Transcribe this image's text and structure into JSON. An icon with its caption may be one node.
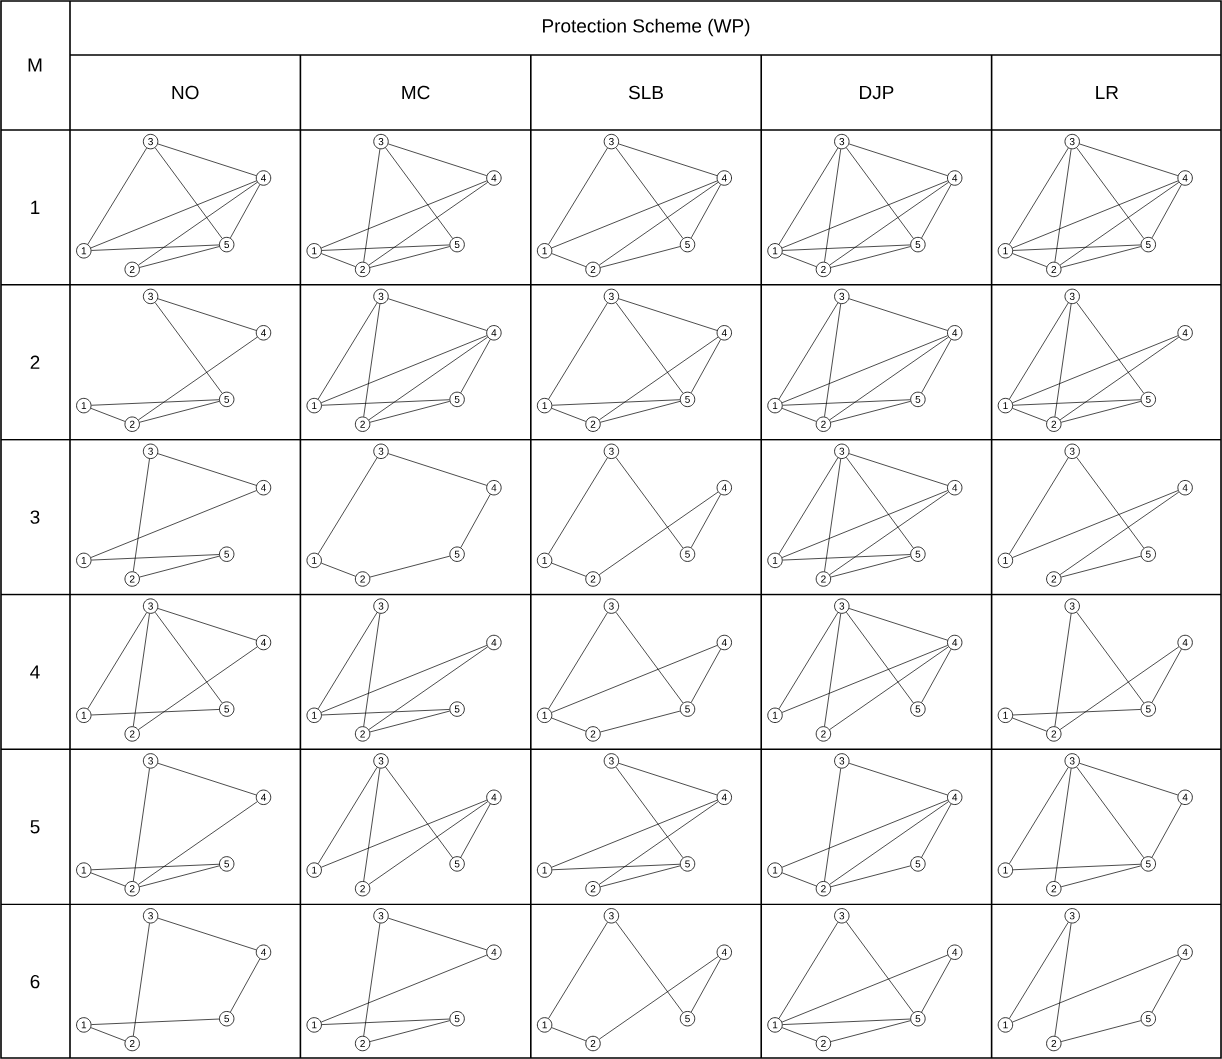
{
  "diagram": {
    "nodes": [
      {
        "text": [
          "1"
        ]
      },
      {
        "text": [
          "2"
        ]
      },
      {
        "text": [
          "3"
        ]
      },
      {
        "text": [
          "4"
        ]
      },
      {
        "text": [
          "5"
        ]
      },
      {
        "text": [
          "1"
        ]
      },
      {
        "text": [
          "2"
        ]
      },
      {
        "text": [
          "3"
        ]
      },
      {
        "text": [
          "4"
        ]
      },
      {
        "text": [
          "5"
        ]
      },
      {
        "text": [
          "1"
        ]
      },
      {
        "text": [
          "2"
        ]
      },
      {
        "text": [
          "3"
        ]
      },
      {
        "text": [
          "4"
        ]
      },
      {
        "text": [
          "5"
        ]
      },
      {
        "text": [
          "1"
        ]
      },
      {
        "text": [
          "2"
        ]
      },
      {
        "text": [
          "3"
        ]
      },
      {
        "text": [
          "4"
        ]
      },
      {
        "text": [
          "5"
        ]
      },
      {
        "text": [
          "1"
        ]
      },
      {
        "text": [
          "2"
        ]
      },
      {
        "text": [
          "3"
        ]
      },
      {
        "text": [
          "4"
        ]
      },
      {
        "text": [
          "5"
        ]
      },
      {
        "text": [
          "1"
        ]
      },
      {
        "text": [
          "2"
        ]
      },
      {
        "text": [
          "3"
        ]
      },
      {
        "text": [
          "4"
        ]
      },
      {
        "text": [
          "5"
        ]
      },
      {
        "text": [
          "1"
        ]
      },
      {
        "text": [
          "2"
        ]
      },
      {
        "text": [
          "3"
        ]
      },
      {
        "text": [
          "4"
        ]
      },
      {
        "text": [
          "5"
        ]
      },
      {
        "text": [
          "1"
        ]
      },
      {
        "text": [
          "2"
        ]
      },
      {
        "text": [
          "3"
        ]
      },
      {
        "text": [
          "4"
        ]
      },
      {
        "text": [
          "5"
        ]
      },
      {
        "text": [
          "1"
        ]
      },
      {
        "text": [
          "2"
        ]
      },
      {
        "text": [
          "3"
        ]
      },
      {
        "text": [
          "4"
        ]
      },
      {
        "text": [
          "5"
        ]
      },
      {
        "text": [
          "1"
        ]
      },
      {
        "text": [
          "2"
        ]
      },
      {
        "text": [
          "3"
        ]
      },
      {
        "text": [
          "4"
        ]
      },
      {
        "text": [
          "5"
        ]
      },
      {
        "text": [
          "1"
        ]
      },
      {
        "text": [
          "2"
        ]
      },
      {
        "text": [
          "3"
        ]
      },
      {
        "text": [
          "4"
        ]
      },
      {
        "text": [
          "5"
        ]
      },
      {
        "text": [
          "1"
        ]
      },
      {
        "text": [
          "2"
        ]
      },
      {
        "text": [
          "3"
        ]
      },
      {
        "text": [
          "4"
        ]
      },
      {
        "text": [
          "5"
        ]
      },
      {
        "text": [
          "1"
        ]
      },
      {
        "text": [
          "2"
        ]
      },
      {
        "text": [
          "3"
        ]
      },
      {
        "text": [
          "4"
        ]
      },
      {
        "text": [
          "5"
        ]
      },
      {
        "text": [
          "1"
        ]
      },
      {
        "text": [
          "2"
        ]
      },
      {
        "text": [
          "3"
        ]
      },
      {
        "text": [
          "4"
        ]
      },
      {
        "text": [
          "5"
        ]
      },
      {
        "text": [
          "1"
        ]
      },
      {
        "text": [
          "2"
        ]
      },
      {
        "text": [
          "3"
        ]
      },
      {
        "text": [
          "4"
        ]
      },
      {
        "text": [
          "5"
        ]
      },
      {
        "text": [
          "1"
        ]
      },
      {
        "text": [
          "2"
        ]
      },
      {
        "text": [
          "3"
        ]
      },
      {
        "text": [
          "4"
        ]
      },
      {
        "text": [
          "5"
        ]
      },
      {
        "text": [
          "1"
        ]
      },
      {
        "text": [
          "2"
        ]
      },
      {
        "text": [
          "3"
        ]
      },
      {
        "text": [
          "4"
        ]
      },
      {
        "text": [
          "5"
        ]
      },
      {
        "text": [
          "1"
        ]
      },
      {
        "text": [
          "2"
        ]
      },
      {
        "text": [
          "3"
        ]
      },
      {
        "text": [
          "4"
        ]
      },
      {
        "text": [
          "5"
        ]
      },
      {
        "text": [
          "1"
        ]
      },
      {
        "text": [
          "2"
        ]
      },
      {
        "text": [
          "3"
        ]
      },
      {
        "text": [
          "4"
        ]
      },
      {
        "text": [
          "5"
        ]
      },
      {
        "text": [
          "1"
        ]
      },
      {
        "text": [
          "2"
        ]
      },
      {
        "text": [
          "3"
        ]
      },
      {
        "text": [
          "4"
        ]
      },
      {
        "text": [
          "5"
        ]
      },
      {
        "text": [
          "1"
        ]
      },
      {
        "text": [
          "2"
        ]
      },
      {
        "text": [
          "3"
        ]
      },
      {
        "text": [
          "4"
        ]
      },
      {
        "text": [
          "5"
        ]
      },
      {
        "text": [
          "1"
        ]
      },
      {
        "text": [
          "2"
        ]
      },
      {
        "text": [
          "3"
        ]
      },
      {
        "text": [
          "4"
        ]
      },
      {
        "text": [
          "5"
        ]
      },
      {
        "text": [
          "1"
        ]
      },
      {
        "text": [
          "2"
        ]
      },
      {
        "text": [
          "3"
        ]
      },
      {
        "text": [
          "4"
        ]
      },
      {
        "text": [
          "5"
        ]
      },
      {
        "text": [
          "1"
        ]
      },
      {
        "text": [
          "2"
        ]
      },
      {
        "text": [
          "3"
        ]
      },
      {
        "text": [
          "4"
        ]
      },
      {
        "text": [
          "5"
        ]
      },
      {
        "text": [
          "1"
        ]
      },
      {
        "text": [
          "2"
        ]
      },
      {
        "text": [
          "3"
        ]
      },
      {
        "text": [
          "4"
        ]
      },
      {
        "text": [
          "5"
        ]
      },
      {
        "text": [
          "1"
        ]
      },
      {
        "text": [
          "2"
        ]
      },
      {
        "text": [
          "3"
        ]
      },
      {
        "text": [
          "4"
        ]
      },
      {
        "text": [
          "5"
        ]
      },
      {
        "text": [
          "1"
        ]
      },
      {
        "text": [
          "2"
        ]
      },
      {
        "text": [
          "3"
        ]
      },
      {
        "text": [
          "4"
        ]
      },
      {
        "text": [
          "5"
        ]
      },
      {
        "text": [
          "1"
        ]
      },
      {
        "text": [
          "2"
        ]
      },
      {
        "text": [
          "3"
        ]
      },
      {
        "text": [
          "4"
        ]
      },
      {
        "text": [
          "5"
        ]
      },
      {
        "text": [
          "1"
        ]
      },
      {
        "text": [
          "2"
        ]
      },
      {
        "text": [
          "3"
        ]
      },
      {
        "text": [
          "4"
        ]
      },
      {
        "text": [
          "5"
        ]
      },
      {
        "text": [
          "1"
        ]
      },
      {
        "text": [
          "2"
        ]
      },
      {
        "text": [
          "3"
        ]
      },
      {
        "text": [
          "4"
        ]
      },
      {
        "text": [
          "5"
        ]
      }
    ],
    "edges": [
      {
        "from": 0,
        "to": 2,
        "arrow": "none"
      },
      {
        "from": 2,
        "to": 3,
        "arrow": "none"
      },
      {
        "from": 2,
        "to": 4,
        "arrow": "none"
      },
      {
        "from": 0,
        "to": 3,
        "arrow": "none"
      },
      {
        "from": 1,
        "to": 3,
        "arrow": "none"
      },
      {
        "from": 3,
        "to": 4,
        "arrow": "none"
      },
      {
        "from": 0,
        "to": 4,
        "arrow": "none"
      },
      {
        "from": 1,
        "to": 4,
        "arrow": "none"
      },
      {
        "from": 6,
        "to": 7,
        "arrow": "none"
      },
      {
        "from": 7,
        "to": 8,
        "arrow": "none"
      },
      {
        "from": 7,
        "to": 9,
        "arrow": "none"
      },
      {
        "from": 5,
        "to": 8,
        "arrow": "none"
      },
      {
        "from": 6,
        "to": 8,
        "arrow": "none"
      },
      {
        "from": 5,
        "to": 9,
        "arrow": "none"
      },
      {
        "from": 5,
        "to": 6,
        "arrow": "none"
      },
      {
        "from": 6,
        "to": 9,
        "arrow": "none"
      },
      {
        "from": 10,
        "to": 12,
        "arrow": "none"
      },
      {
        "from": 12,
        "to": 13,
        "arrow": "none"
      },
      {
        "from": 12,
        "to": 14,
        "arrow": "none"
      },
      {
        "from": 10,
        "to": 13,
        "arrow": "none"
      },
      {
        "from": 11,
        "to": 13,
        "arrow": "none"
      },
      {
        "from": 13,
        "to": 14,
        "arrow": "none"
      },
      {
        "from": 10,
        "to": 11,
        "arrow": "none"
      },
      {
        "from": 11,
        "to": 14,
        "arrow": "none"
      },
      {
        "from": 15,
        "to": 17,
        "arrow": "none"
      },
      {
        "from": 16,
        "to": 17,
        "arrow": "none"
      },
      {
        "from": 17,
        "to": 18,
        "arrow": "none"
      },
      {
        "from": 17,
        "to": 19,
        "arrow": "none"
      },
      {
        "from": 15,
        "to": 18,
        "arrow": "none"
      },
      {
        "from": 16,
        "to": 18,
        "arrow": "none"
      },
      {
        "from": 18,
        "to": 19,
        "arrow": "none"
      },
      {
        "from": 15,
        "to": 19,
        "arrow": "none"
      },
      {
        "from": 15,
        "to": 16,
        "arrow": "none"
      },
      {
        "from": 16,
        "to": 19,
        "arrow": "none"
      },
      {
        "from": 20,
        "to": 22,
        "arrow": "none"
      },
      {
        "from": 21,
        "to": 22,
        "arrow": "none"
      },
      {
        "from": 22,
        "to": 23,
        "arrow": "none"
      },
      {
        "from": 22,
        "to": 24,
        "arrow": "none"
      },
      {
        "from": 20,
        "to": 23,
        "arrow": "none"
      },
      {
        "from": 21,
        "to": 23,
        "arrow": "none"
      },
      {
        "from": 23,
        "to": 24,
        "arrow": "none"
      },
      {
        "from": 20,
        "to": 24,
        "arrow": "none"
      },
      {
        "from": 20,
        "to": 21,
        "arrow": "none"
      },
      {
        "from": 21,
        "to": 24,
        "arrow": "none"
      },
      {
        "from": 27,
        "to": 28,
        "arrow": "none"
      },
      {
        "from": 27,
        "to": 29,
        "arrow": "none"
      },
      {
        "from": 26,
        "to": 28,
        "arrow": "none"
      },
      {
        "from": 25,
        "to": 29,
        "arrow": "none"
      },
      {
        "from": 25,
        "to": 26,
        "arrow": "none"
      },
      {
        "from": 26,
        "to": 29,
        "arrow": "none"
      },
      {
        "from": 30,
        "to": 32,
        "arrow": "none"
      },
      {
        "from": 31,
        "to": 32,
        "arrow": "none"
      },
      {
        "from": 32,
        "to": 33,
        "arrow": "none"
      },
      {
        "from": 30,
        "to": 33,
        "arrow": "none"
      },
      {
        "from": 31,
        "to": 33,
        "arrow": "none"
      },
      {
        "from": 33,
        "to": 34,
        "arrow": "none"
      },
      {
        "from": 30,
        "to": 34,
        "arrow": "none"
      },
      {
        "from": 31,
        "to": 34,
        "arrow": "none"
      },
      {
        "from": 35,
        "to": 37,
        "arrow": "none"
      },
      {
        "from": 37,
        "to": 38,
        "arrow": "none"
      },
      {
        "from": 37,
        "to": 39,
        "arrow": "none"
      },
      {
        "from": 36,
        "to": 38,
        "arrow": "none"
      },
      {
        "from": 38,
        "to": 39,
        "arrow": "none"
      },
      {
        "from": 35,
        "to": 39,
        "arrow": "none"
      },
      {
        "from": 35,
        "to": 36,
        "arrow": "none"
      },
      {
        "from": 36,
        "to": 39,
        "arrow": "none"
      },
      {
        "from": 40,
        "to": 42,
        "arrow": "none"
      },
      {
        "from": 41,
        "to": 42,
        "arrow": "none"
      },
      {
        "from": 42,
        "to": 43,
        "arrow": "none"
      },
      {
        "from": 40,
        "to": 43,
        "arrow": "none"
      },
      {
        "from": 41,
        "to": 43,
        "arrow": "none"
      },
      {
        "from": 43,
        "to": 44,
        "arrow": "none"
      },
      {
        "from": 40,
        "to": 44,
        "arrow": "none"
      },
      {
        "from": 40,
        "to": 41,
        "arrow": "none"
      },
      {
        "from": 41,
        "to": 44,
        "arrow": "none"
      },
      {
        "from": 45,
        "to": 47,
        "arrow": "none"
      },
      {
        "from": 46,
        "to": 47,
        "arrow": "none"
      },
      {
        "from": 47,
        "to": 49,
        "arrow": "none"
      },
      {
        "from": 45,
        "to": 48,
        "arrow": "none"
      },
      {
        "from": 46,
        "to": 48,
        "arrow": "none"
      },
      {
        "from": 45,
        "to": 49,
        "arrow": "none"
      },
      {
        "from": 45,
        "to": 46,
        "arrow": "none"
      },
      {
        "from": 46,
        "to": 49,
        "arrow": "none"
      },
      {
        "from": 51,
        "to": 52,
        "arrow": "none"
      },
      {
        "from": 52,
        "to": 53,
        "arrow": "none"
      },
      {
        "from": 50,
        "to": 53,
        "arrow": "none"
      },
      {
        "from": 50,
        "to": 54,
        "arrow": "none"
      },
      {
        "from": 51,
        "to": 54,
        "arrow": "none"
      },
      {
        "from": 55,
        "to": 57,
        "arrow": "none"
      },
      {
        "from": 57,
        "to": 58,
        "arrow": "none"
      },
      {
        "from": 58,
        "to": 59,
        "arrow": "none"
      },
      {
        "from": 56,
        "to": 59,
        "arrow": "none"
      },
      {
        "from": 55,
        "to": 56,
        "arrow": "none"
      },
      {
        "from": 60,
        "to": 62,
        "arrow": "none"
      },
      {
        "from": 62,
        "to": 64,
        "arrow": "none"
      },
      {
        "from": 61,
        "to": 63,
        "arrow": "none"
      },
      {
        "from": 63,
        "to": 64,
        "arrow": "none"
      },
      {
        "from": 60,
        "to": 61,
        "arrow": "none"
      },
      {
        "from": 65,
        "to": 67,
        "arrow": "none"
      },
      {
        "from": 66,
        "to": 67,
        "arrow": "none"
      },
      {
        "from": 67,
        "to": 68,
        "arrow": "none"
      },
      {
        "from": 67,
        "to": 69,
        "arrow": "none"
      },
      {
        "from": 65,
        "to": 68,
        "arrow": "none"
      },
      {
        "from": 66,
        "to": 68,
        "arrow": "none"
      },
      {
        "from": 65,
        "to": 69,
        "arrow": "none"
      },
      {
        "from": 66,
        "to": 69,
        "arrow": "none"
      },
      {
        "from": 70,
        "to": 72,
        "arrow": "none"
      },
      {
        "from": 72,
        "to": 74,
        "arrow": "none"
      },
      {
        "from": 70,
        "to": 73,
        "arrow": "none"
      },
      {
        "from": 71,
        "to": 73,
        "arrow": "none"
      },
      {
        "from": 71,
        "to": 74,
        "arrow": "none"
      },
      {
        "from": 75,
        "to": 77,
        "arrow": "none"
      },
      {
        "from": 76,
        "to": 77,
        "arrow": "none"
      },
      {
        "from": 77,
        "to": 78,
        "arrow": "none"
      },
      {
        "from": 77,
        "to": 79,
        "arrow": "none"
      },
      {
        "from": 76,
        "to": 78,
        "arrow": "none"
      },
      {
        "from": 75,
        "to": 79,
        "arrow": "none"
      },
      {
        "from": 80,
        "to": 82,
        "arrow": "none"
      },
      {
        "from": 81,
        "to": 82,
        "arrow": "none"
      },
      {
        "from": 80,
        "to": 83,
        "arrow": "none"
      },
      {
        "from": 81,
        "to": 83,
        "arrow": "none"
      },
      {
        "from": 80,
        "to": 84,
        "arrow": "none"
      },
      {
        "from": 81,
        "to": 84,
        "arrow": "none"
      },
      {
        "from": 85,
        "to": 87,
        "arrow": "none"
      },
      {
        "from": 87,
        "to": 89,
        "arrow": "none"
      },
      {
        "from": 85,
        "to": 88,
        "arrow": "none"
      },
      {
        "from": 88,
        "to": 89,
        "arrow": "none"
      },
      {
        "from": 85,
        "to": 86,
        "arrow": "none"
      },
      {
        "from": 86,
        "to": 89,
        "arrow": "none"
      },
      {
        "from": 90,
        "to": 92,
        "arrow": "none"
      },
      {
        "from": 91,
        "to": 92,
        "arrow": "none"
      },
      {
        "from": 92,
        "to": 93,
        "arrow": "none"
      },
      {
        "from": 92,
        "to": 94,
        "arrow": "none"
      },
      {
        "from": 90,
        "to": 93,
        "arrow": "none"
      },
      {
        "from": 91,
        "to": 93,
        "arrow": "none"
      },
      {
        "from": 93,
        "to": 94,
        "arrow": "none"
      },
      {
        "from": 96,
        "to": 97,
        "arrow": "none"
      },
      {
        "from": 97,
        "to": 99,
        "arrow": "none"
      },
      {
        "from": 96,
        "to": 98,
        "arrow": "none"
      },
      {
        "from": 98,
        "to": 99,
        "arrow": "none"
      },
      {
        "from": 95,
        "to": 99,
        "arrow": "none"
      },
      {
        "from": 95,
        "to": 96,
        "arrow": "none"
      },
      {
        "from": 101,
        "to": 102,
        "arrow": "none"
      },
      {
        "from": 102,
        "to": 103,
        "arrow": "none"
      },
      {
        "from": 101,
        "to": 103,
        "arrow": "none"
      },
      {
        "from": 100,
        "to": 104,
        "arrow": "none"
      },
      {
        "from": 100,
        "to": 101,
        "arrow": "none"
      },
      {
        "from": 101,
        "to": 104,
        "arrow": "none"
      },
      {
        "from": 105,
        "to": 107,
        "arrow": "none"
      },
      {
        "from": 106,
        "to": 107,
        "arrow": "none"
      },
      {
        "from": 107,
        "to": 109,
        "arrow": "none"
      },
      {
        "from": 105,
        "to": 108,
        "arrow": "none"
      },
      {
        "from": 106,
        "to": 108,
        "arrow": "none"
      },
      {
        "from": 108,
        "to": 109,
        "arrow": "none"
      },
      {
        "from": 112,
        "to": 113,
        "arrow": "none"
      },
      {
        "from": 112,
        "to": 114,
        "arrow": "none"
      },
      {
        "from": 110,
        "to": 113,
        "arrow": "none"
      },
      {
        "from": 111,
        "to": 113,
        "arrow": "none"
      },
      {
        "from": 110,
        "to": 114,
        "arrow": "none"
      },
      {
        "from": 111,
        "to": 114,
        "arrow": "none"
      },
      {
        "from": 116,
        "to": 117,
        "arrow": "none"
      },
      {
        "from": 117,
        "to": 118,
        "arrow": "none"
      },
      {
        "from": 115,
        "to": 118,
        "arrow": "none"
      },
      {
        "from": 116,
        "to": 118,
        "arrow": "none"
      },
      {
        "from": 118,
        "to": 119,
        "arrow": "none"
      },
      {
        "from": 115,
        "to": 116,
        "arrow": "none"
      },
      {
        "from": 116,
        "to": 119,
        "arrow": "none"
      },
      {
        "from": 120,
        "to": 122,
        "arrow": "none"
      },
      {
        "from": 121,
        "to": 122,
        "arrow": "none"
      },
      {
        "from": 122,
        "to": 123,
        "arrow": "none"
      },
      {
        "from": 122,
        "to": 124,
        "arrow": "none"
      },
      {
        "from": 123,
        "to": 124,
        "arrow": "none"
      },
      {
        "from": 120,
        "to": 124,
        "arrow": "none"
      },
      {
        "from": 121,
        "to": 124,
        "arrow": "none"
      },
      {
        "from": 126,
        "to": 127,
        "arrow": "none"
      },
      {
        "from": 127,
        "to": 128,
        "arrow": "none"
      },
      {
        "from": 128,
        "to": 129,
        "arrow": "none"
      },
      {
        "from": 125,
        "to": 129,
        "arrow": "none"
      },
      {
        "from": 125,
        "to": 126,
        "arrow": "none"
      },
      {
        "from": 131,
        "to": 132,
        "arrow": "none"
      },
      {
        "from": 132,
        "to": 133,
        "arrow": "none"
      },
      {
        "from": 130,
        "to": 133,
        "arrow": "none"
      },
      {
        "from": 130,
        "to": 134,
        "arrow": "none"
      },
      {
        "from": 131,
        "to": 134,
        "arrow": "none"
      },
      {
        "from": 135,
        "to": 137,
        "arrow": "none"
      },
      {
        "from": 137,
        "to": 139,
        "arrow": "none"
      },
      {
        "from": 136,
        "to": 138,
        "arrow": "none"
      },
      {
        "from": 138,
        "to": 139,
        "arrow": "none"
      },
      {
        "from": 135,
        "to": 136,
        "arrow": "none"
      },
      {
        "from": 140,
        "to": 142,
        "arrow": "none"
      },
      {
        "from": 142,
        "to": 144,
        "arrow": "none"
      },
      {
        "from": 140,
        "to": 143,
        "arrow": "none"
      },
      {
        "from": 143,
        "to": 144,
        "arrow": "none"
      },
      {
        "from": 140,
        "to": 144,
        "arrow": "none"
      },
      {
        "from": 140,
        "to": 141,
        "arrow": "none"
      },
      {
        "from": 141,
        "to": 144,
        "arrow": "none"
      },
      {
        "from": 145,
        "to": 147,
        "arrow": "none"
      },
      {
        "from": 146,
        "to": 147,
        "arrow": "none"
      },
      {
        "from": 145,
        "to": 148,
        "arrow": "none"
      },
      {
        "from": 148,
        "to": 149,
        "arrow": "none"
      },
      {
        "from": 146,
        "to": 149,
        "arrow": "none"
      }
    ],
    "labels": [
      "M",
      "Protection Scheme (WP)",
      "NO",
      "MC",
      "SLB",
      "DJP",
      "LR",
      "1",
      "2",
      "3",
      "4",
      "5",
      "6"
    ]
  }
}
